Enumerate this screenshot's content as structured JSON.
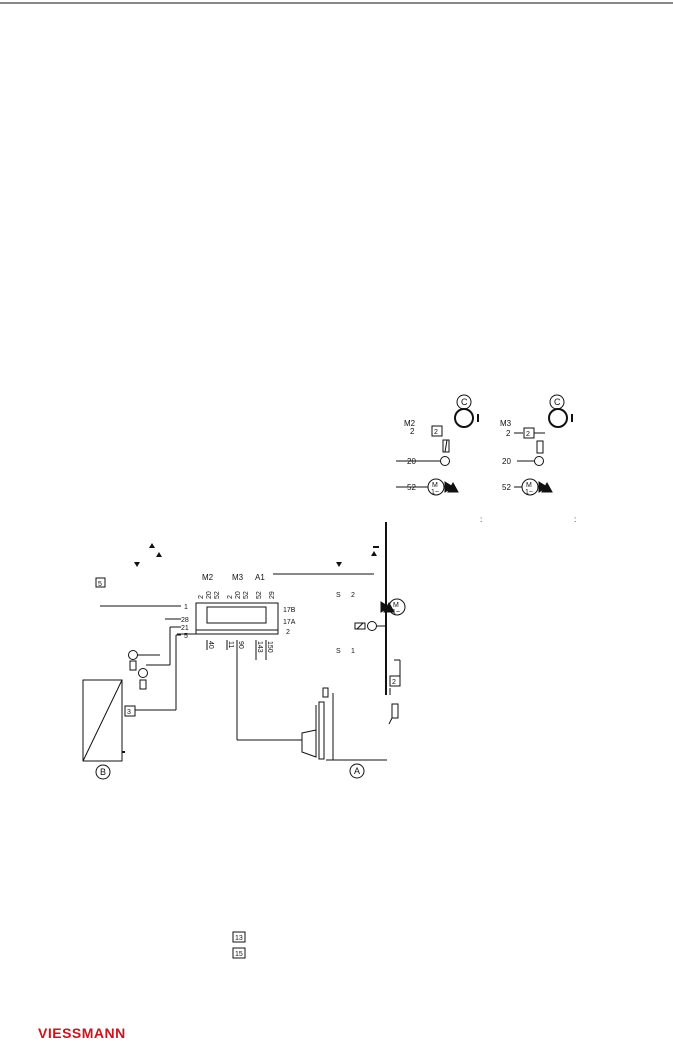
{
  "diagram": {
    "heating_circuit_labels": [
      "M2",
      "M3",
      "A1"
    ],
    "circuit_m2": {
      "name": "M2",
      "sub": "2",
      "sensor": "2",
      "pump": "20",
      "mixer": "52",
      "marker": "C"
    },
    "circuit_m3": {
      "name": "M3",
      "sub": "2",
      "sensor": "2",
      "pump": "20",
      "mixer": "52",
      "marker": "C"
    },
    "terminal_top": [
      "2",
      "20",
      "52",
      "2",
      "20",
      "52",
      "52",
      "29"
    ],
    "terminal_left": [
      "1",
      "28",
      "21",
      "5"
    ],
    "terminal_right": [
      "17B",
      "17A",
      "2"
    ],
    "terminal_bottom": [
      "40",
      "11",
      "90",
      "143",
      "150"
    ],
    "side_labels": [
      "S",
      "2"
    ],
    "side_labels_b": [
      "S",
      "1"
    ],
    "box_5": "5",
    "box_3": "3",
    "box_2": "2",
    "box_13": "13",
    "box_15": "15",
    "marker_a": "A",
    "marker_b": "B",
    "motor": "M",
    "motor_sub": "1~"
  },
  "brand": {
    "logo_text": "VIESSMANN",
    "color": "#d0111b"
  }
}
